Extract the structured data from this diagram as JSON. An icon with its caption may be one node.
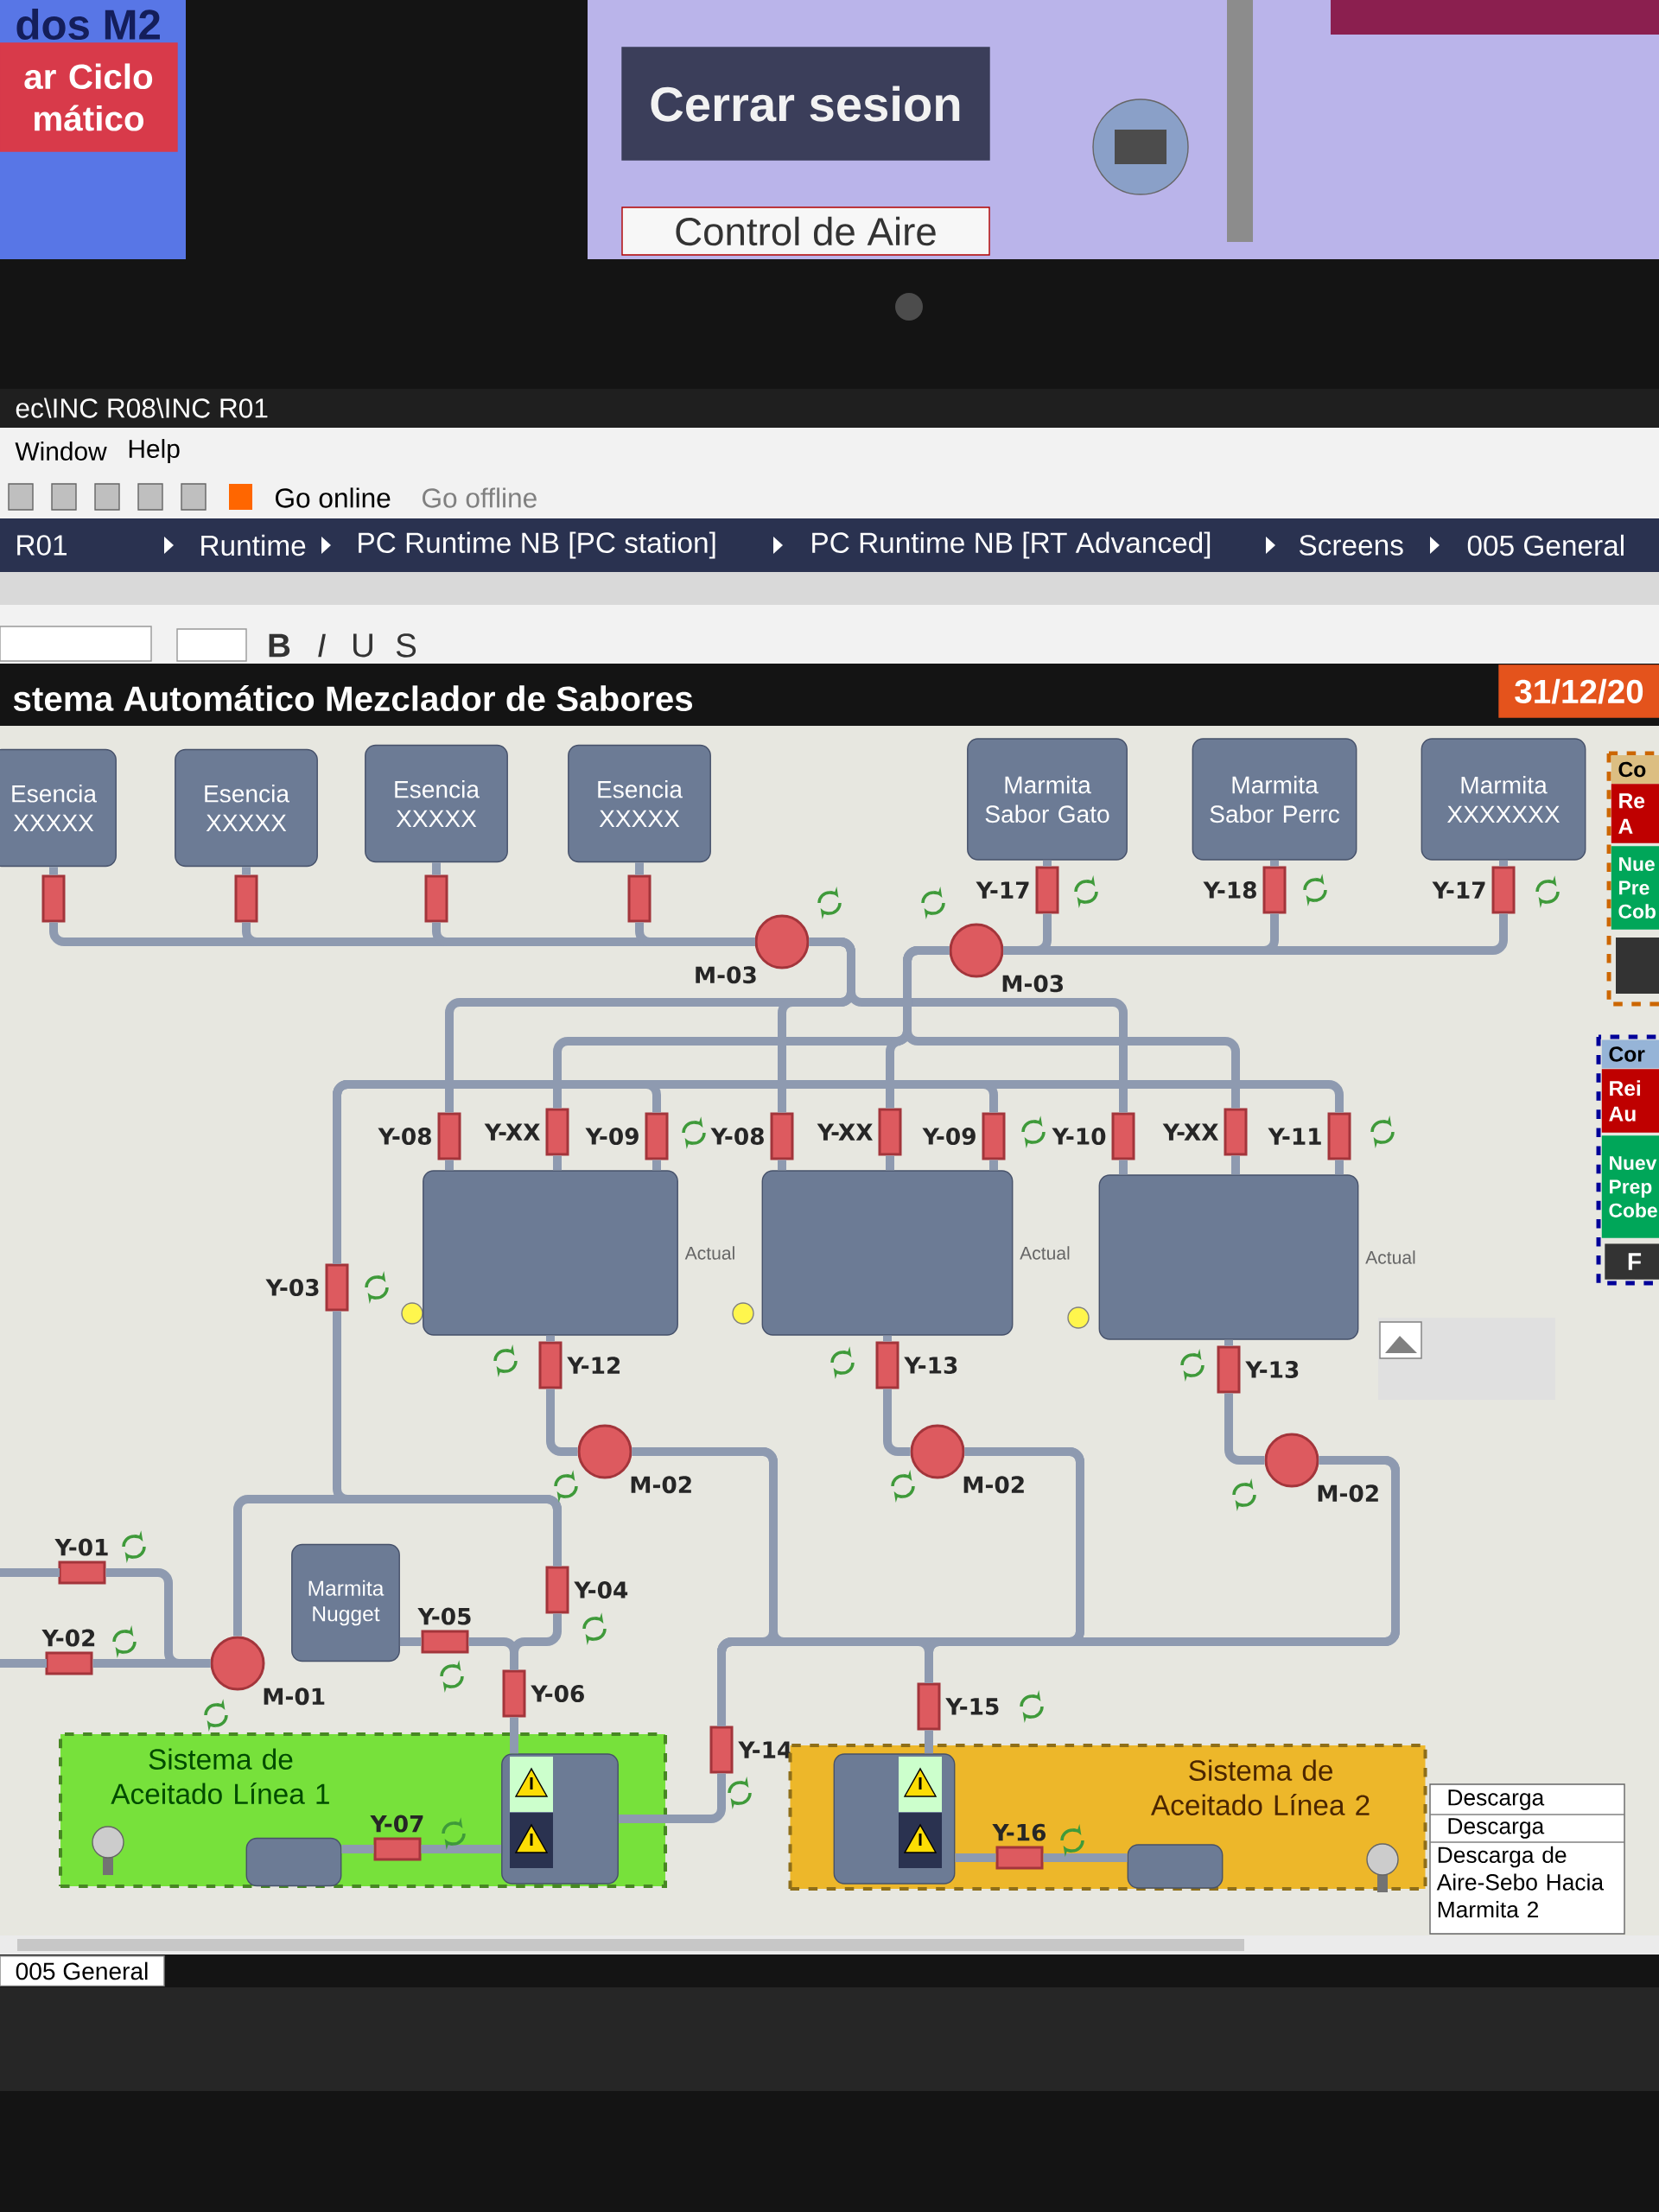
{
  "diagram": {
    "title": "stema Automático Mezclador de Sabores",
    "nodes": [
      {
        "text": [
          "Esencia XXXXX"
        ]
      },
      {
        "text": [
          "Esencia XXXXX"
        ]
      },
      {
        "text": [
          "Esencia XXXXX"
        ]
      },
      {
        "text": [
          "Esencia XXXXX"
        ]
      },
      {
        "text": [
          "Marmita Sabor Gato"
        ]
      },
      {
        "text": [
          "Marmita Sabor Perrc"
        ]
      },
      {
        "text": [
          "Marmita XXXXXXX"
        ]
      },
      {
        "text": [],
        "shape": "valve"
      },
      {
        "text": [],
        "shape": "valve"
      },
      {
        "text": [],
        "shape": "valve"
      },
      {
        "text": [],
        "shape": "valve"
      },
      {
        "text": [
          "Y-17"
        ]
      },
      {
        "text": [
          "Y-18"
        ]
      },
      {
        "text": [
          "Y-17"
        ]
      },
      {
        "text": [
          "M-03"
        ]
      },
      {
        "text": [
          "M-03"
        ]
      },
      {
        "text": [],
        "shape": "cylinder",
        "beside": [
          "Actual"
        ]
      },
      {
        "text": [],
        "shape": "cylinder",
        "beside": [
          "Actual"
        ]
      },
      {
        "text": [],
        "shape": "cylinder",
        "beside": [
          "Actual"
        ]
      },
      {
        "text": [
          "Y-08"
        ]
      },
      {
        "text": [
          "Y-XX"
        ]
      },
      {
        "text": [
          "Y-09"
        ]
      },
      {
        "text": [
          "Y-08"
        ]
      },
      {
        "text": [
          "Y-XX"
        ]
      },
      {
        "text": [
          "Y-09"
        ]
      },
      {
        "text": [
          "Y-10"
        ]
      },
      {
        "text": [
          "Y-XX"
        ]
      },
      {
        "text": [
          "Y-11"
        ]
      },
      {
        "text": [
          "Y-12"
        ]
      },
      {
        "text": [
          "Y-13"
        ]
      },
      {
        "text": [
          "Y-13"
        ]
      },
      {
        "text": [
          "M-02"
        ]
      },
      {
        "text": [
          "M-02"
        ]
      },
      {
        "text": [
          "M-02"
        ]
      },
      {
        "text": [
          "Y-03"
        ]
      },
      {
        "text": [
          "Y-01"
        ]
      },
      {
        "text": [
          "Y-02"
        ]
      },
      {
        "text": [
          "M-01"
        ]
      },
      {
        "text": [
          "Marmita Nugget"
        ]
      },
      {
        "text": [
          "Y-05"
        ]
      },
      {
        "text": [
          "Y-04"
        ]
      },
      {
        "text": [
          "Y-06"
        ]
      },
      {
        "text": [
          "Y-14"
        ]
      },
      {
        "text": [
          "Y-15"
        ]
      },
      {
        "text": [
          "Sistema de Aceitado Línea 1"
        ]
      },
      {
        "text": [],
        "shape": "cylinder",
        "in": 44
      },
      {
        "text": [
          "Y-07"
        ],
        "in": 44
      },
      {
        "text": [],
        "shape": "cylinder",
        "in": 44
      },
      {
        "text": [
          "Sistema de Aceitado Línea 2"
        ]
      },
      {
        "text": [],
        "shape": "cylinder",
        "in": 48
      },
      {
        "text": [
          "Y-16"
        ],
        "in": 48
      },
      {
        "text": [],
        "shape": "cylinder",
        "in": 48
      }
    ],
    "edges": [
      {
        "from": 0,
        "to": 7,
        "arrow": "none"
      },
      {
        "from": 1,
        "to": 8,
        "arrow": "none"
      },
      {
        "from": 2,
        "to": 9,
        "arrow": "none"
      },
      {
        "from": 3,
        "to": 10,
        "arrow": "none"
      },
      {
        "from": 7,
        "to": 14,
        "arrow": "none"
      },
      {
        "from": 8,
        "to": 14,
        "arrow": "none"
      },
      {
        "from": 9,
        "to": 14,
        "arrow": "none"
      },
      {
        "from": 10,
        "to": 14,
        "arrow": "none"
      },
      {
        "from": 4,
        "to": 11,
        "arrow": "none"
      },
      {
        "from": 5,
        "to": 12,
        "arrow": "none"
      },
      {
        "from": 6,
        "to": 13,
        "arrow": "none"
      },
      {
        "from": 11,
        "to": 15,
        "arrow": "none"
      },
      {
        "from": 12,
        "to": 15,
        "arrow": "none"
      },
      {
        "from": 13,
        "to": 15,
        "arrow": "none"
      },
      {
        "from": 14,
        "to": 19,
        "arrow": "none"
      },
      {
        "from": 14,
        "to": 22,
        "arrow": "none"
      },
      {
        "from": 14,
        "to": 25,
        "arrow": "none"
      },
      {
        "from": 15,
        "to": 20,
        "arrow": "none"
      },
      {
        "from": 15,
        "to": 23,
        "arrow": "none"
      },
      {
        "from": 15,
        "to": 26,
        "arrow": "none"
      },
      {
        "from": 34,
        "to": 21,
        "arrow": "none"
      },
      {
        "from": 34,
        "to": 24,
        "arrow": "none"
      },
      {
        "from": 34,
        "to": 27,
        "arrow": "none"
      },
      {
        "from": 19,
        "to": 16,
        "arrow": "none"
      },
      {
        "from": 20,
        "to": 16,
        "arrow": "none"
      },
      {
        "from": 21,
        "to": 16,
        "arrow": "none"
      },
      {
        "from": 22,
        "to": 17,
        "arrow": "none"
      },
      {
        "from": 23,
        "to": 17,
        "arrow": "none"
      },
      {
        "from": 24,
        "to": 17,
        "arrow": "none"
      },
      {
        "from": 25,
        "to": 18,
        "arrow": "none"
      },
      {
        "from": 26,
        "to": 18,
        "arrow": "none"
      },
      {
        "from": 27,
        "to": 18,
        "arrow": "none"
      },
      {
        "from": 16,
        "to": 28,
        "arrow": "none"
      },
      {
        "from": 17,
        "to": 29,
        "arrow": "none"
      },
      {
        "from": 18,
        "to": 30,
        "arrow": "none"
      },
      {
        "from": 28,
        "to": 31,
        "arrow": "none"
      },
      {
        "from": 29,
        "to": 32,
        "arrow": "none"
      },
      {
        "from": 30,
        "to": 33,
        "arrow": "none"
      },
      {
        "from": 31,
        "to": 42,
        "arrow": "none"
      },
      {
        "from": 31,
        "to": 43,
        "arrow": "none"
      },
      {
        "from": 32,
        "to": 42,
        "arrow": "none"
      },
      {
        "from": 32,
        "to": 43,
        "arrow": "none"
      },
      {
        "from": 33,
        "to": 42,
        "arrow": "none"
      },
      {
        "from": 33,
        "to": 43,
        "arrow": "none"
      },
      {
        "from": 34,
        "to": 40,
        "arrow": "none"
      },
      {
        "from": 37,
        "to": 40,
        "arrow": "none"
      },
      {
        "from": 35,
        "to": 37,
        "arrow": "none"
      },
      {
        "from": 36,
        "to": 37,
        "arrow": "none"
      },
      {
        "from": 38,
        "to": 39,
        "arrow": "none"
      },
      {
        "from": 39,
        "to": 41,
        "arrow": "none"
      },
      {
        "from": 40,
        "to": 41,
        "arrow": "none"
      },
      {
        "from": 41,
        "to": 45,
        "arrow": "none"
      },
      {
        "from": 42,
        "to": 45,
        "arrow": "none"
      },
      {
        "from": 43,
        "to": 49,
        "arrow": "none"
      },
      {
        "from": 45,
        "to": 46,
        "arrow": "none"
      },
      {
        "from": 46,
        "to": 47,
        "arrow": "none"
      },
      {
        "from": 49,
        "to": 50,
        "arrow": "none"
      },
      {
        "from": 50,
        "to": 51,
        "arrow": "none"
      }
    ],
    "labels": [
      "dos M2",
      "ar Ciclo mático",
      "Cerrar sesion",
      "Control de Aire",
      "ec\\INC R08\\INC R01",
      "Window",
      "Help",
      "Go online",
      "Go offline",
      "R01",
      "Runtime",
      "PC Runtime NB [PC station]",
      "PC Runtime NB [RT Advanced]",
      "Screens",
      "005 General",
      "B",
      "I",
      "U",
      "S",
      "31/12/20",
      "Co",
      "Re A",
      "Nue Pre Cob",
      "Cor",
      "Rei Au",
      "Nuev Prep Cobe",
      "F",
      "Descarga",
      "Descarga",
      "Descarga de Aire-Sebo Hacia Marmita 2",
      "005 General"
    ]
  }
}
